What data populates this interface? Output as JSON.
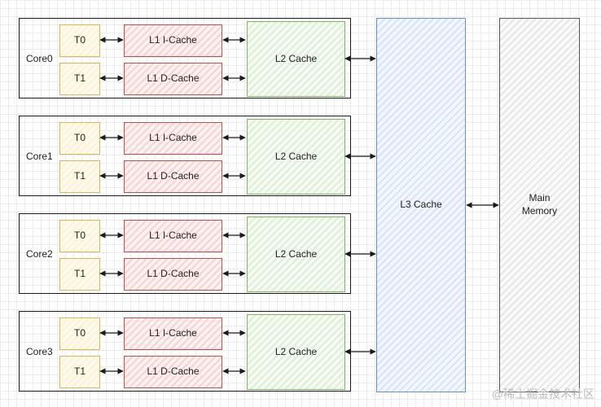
{
  "cores": [
    {
      "label": "Core0",
      "threads": [
        "T0",
        "T1"
      ],
      "l1_instruction": "L1 I-Cache",
      "l1_data": "L1 D-Cache",
      "l2": "L2 Cache"
    },
    {
      "label": "Core1",
      "threads": [
        "T0",
        "T1"
      ],
      "l1_instruction": "L1 I-Cache",
      "l1_data": "L1 D-Cache",
      "l2": "L2 Cache"
    },
    {
      "label": "Core2",
      "threads": [
        "T0",
        "T1"
      ],
      "l1_instruction": "L1 I-Cache",
      "l1_data": "L1 D-Cache",
      "l2": "L2 Cache"
    },
    {
      "label": "Core3",
      "threads": [
        "T0",
        "T1"
      ],
      "l1_instruction": "L1 I-Cache",
      "l1_data": "L1 D-Cache",
      "l2": "L2 Cache"
    }
  ],
  "l3": {
    "label": "L3 Cache"
  },
  "memory": {
    "line1": "Main",
    "line2": "Memory"
  },
  "watermark": "@稀土掘金技术社区",
  "colors": {
    "thread_border": "#d6b656",
    "l1_border": "#b85450",
    "l2_border": "#82b366",
    "l3_border": "#6c8ebf",
    "memory_border": "#555555"
  }
}
